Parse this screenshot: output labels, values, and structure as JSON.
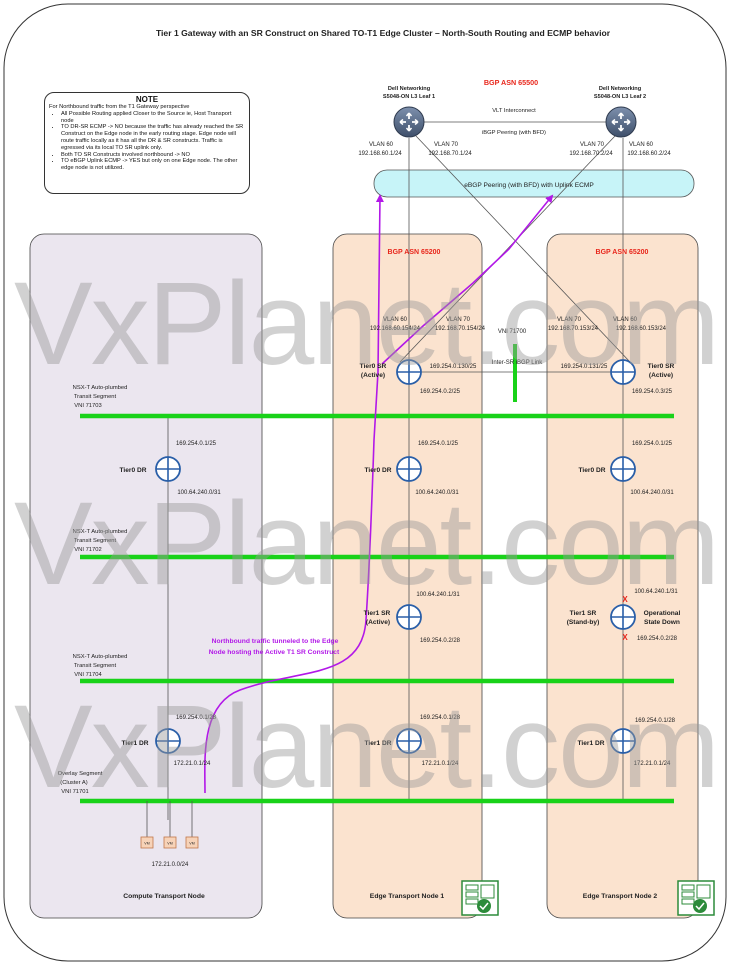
{
  "title": "Tier 1 Gateway with an SR Construct on Shared TO-T1 Edge Cluster – North-South Routing and ECMP behavior",
  "note": {
    "heading": "NOTE",
    "intro": "For Northbound traffic from the T1 Gateway perspective",
    "bullets": [
      "All Possible Routing applied Closer to the Source ie, Host Transport node",
      "TO DR-SR ECMP -> NO because the traffic has already reached the SR Construct on the Edge node in the early routing stage. Edge node will route traffic locally as it has all the DR & SR constructs. Traffic is egressed via  its local TO SR uplink only.",
      "Both TO SR Constructs involved northbound -> NO",
      "TO eBGP Uplink ECMP -> YES but only on one Edge node. The other edge node is not utilized."
    ]
  },
  "watermark": "VxPlanet.com",
  "physical": {
    "bgp_asn": "BGP ASN 65500",
    "vlt": "VLT Interconnect",
    "ibgp": "iBGP Peering (with BFD)",
    "leaf1_name1": "Dell Networking",
    "leaf1_name2": "S5048-ON L3 Leaf 1",
    "leaf2_name1": "Dell Networking",
    "leaf2_name2": "S5048-ON L3 Leaf 2",
    "ebgp_banner": "eBGP Peering (with BFD) with Uplink ECMP",
    "leaf1_vlan60": "VLAN 60",
    "leaf1_ip60": "192.168.60.1/24",
    "leaf1_vlan70": "VLAN 70",
    "leaf1_ip70": "192.168.70.1/24",
    "leaf2_vlan70": "VLAN 70",
    "leaf2_ip70": "192.168.70.2/24",
    "leaf2_vlan60": "VLAN 60",
    "leaf2_ip60": "192.168.60.2/24"
  },
  "edge1": {
    "asn": "BGP ASN 65200",
    "vlan60": "VLAN 60",
    "ip60": "192.168.60.154/24",
    "vlan70": "VLAN 70",
    "ip70": "192.168.70.154/24",
    "t0sr_line1": "Tier0 SR",
    "t0sr_line2": "(Active)",
    "t0sr_interlink": "169.254.0.130/25",
    "t0sr_transit": "169.254.0.2/25",
    "t0dr": "Tier0 DR",
    "t0dr_up": "169.254.0.1/25",
    "t0dr_down": "100.64.240.0/31",
    "t1sr_line1": "Tier1 SR",
    "t1sr_line2": "(Active)",
    "t1sr_up": "100.64.240.1/31",
    "t1sr_down": "169.254.0.2/28",
    "t1dr": "Tier1 DR",
    "t1dr_up": "169.254.0.1/28",
    "t1dr_down": "172.21.0.1/24",
    "label": "Edge Transport Node 1"
  },
  "edge2": {
    "asn": "BGP ASN 65200",
    "vlan70": "VLAN 70",
    "ip70": "192.168.70.153/24",
    "vlan60": "VLAN 60",
    "ip60": "192.168.60.153/24",
    "t0sr_line1": "Tier0 SR",
    "t0sr_line2": "(Active)",
    "t0sr_interlink": "169.254.0.131/25",
    "t0sr_transit": "169.254.0.3/25",
    "t0dr": "Tier0 DR",
    "t0dr_up": "169.254.0.1/25",
    "t0dr_down": "100.64.240.0/31",
    "t1sr_line1": "Tier1 SR",
    "t1sr_line2": "(Stand-by)",
    "t1sr_up": "100.64.240.1/31",
    "t1sr_down": "169.254.0.2/28",
    "op_state1": "Operational",
    "op_state2": "State Down",
    "x_mark": "X",
    "t1dr": "Tier1 DR",
    "t1dr_up": "169.254.0.1/28",
    "t1dr_down": "172.21.0.1/24",
    "label": "Edge Transport Node 2"
  },
  "compute": {
    "t0dr": "Tier0 DR",
    "t0dr_up": "169.254.0.1/25",
    "t0dr_down": "100.64.240.0/31",
    "t1dr": "Tier1 DR",
    "t1dr_up": "169.254.0.1/28",
    "t1dr_down": "172.21.0.1/24",
    "vm": "VM",
    "subnet": "172.21.0.0/24",
    "label": "Compute Transport Node"
  },
  "segments": {
    "seg1_l1": "NSX-T Auto-plumbed",
    "seg1_l2": "Transit Segment",
    "seg1_l3": "VNI 71703",
    "seg2_l1": "NSX-T Auto-plumbed",
    "seg2_l2": "Transit Segment",
    "seg2_l3": "VNI 71702",
    "seg3_l1": "NSX-T Auto-plumbed",
    "seg3_l2": "Transit Segment",
    "seg3_l3": "VNI 71704",
    "seg4_l1": "Overlay Segment",
    "seg4_l2": "(Cluster A)",
    "seg4_l3": "VNI 71701"
  },
  "interlink": {
    "vni": "VNI 71700",
    "label": "Inter-SR iBGP Link"
  },
  "traffic": {
    "line1": "Northbound traffic tunneled to the Edge",
    "line2": "Node hosting the  Active T1 SR Construct"
  },
  "colors": {
    "segment": "#19d219",
    "traffic": "#b218e8",
    "asn": "#e8261b",
    "edge_fill": "#fbe3cf",
    "compute_fill": "#ebe6ef",
    "banner_fill": "#c7f4f8",
    "router_blue": "#2a5fa8"
  }
}
